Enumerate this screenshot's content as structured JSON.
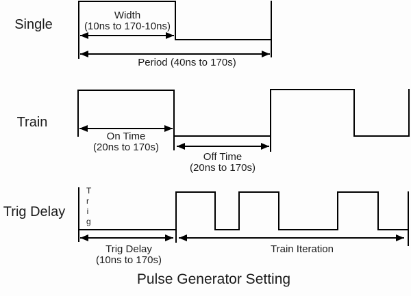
{
  "diagram": {
    "title": "Pulse Generator Setting",
    "colors": {
      "line": "#000000",
      "text": "#1b1b1b",
      "background": "#fdfdfd"
    },
    "rows": {
      "single": {
        "label": "Single",
        "width_label": "Width",
        "width_range": "(10ns to 170-10ns)",
        "period_label": "Period (40ns to 170s)"
      },
      "train": {
        "label": "Train",
        "on_time_label": "On Time",
        "on_time_range": "(20ns to 170s)",
        "off_time_label": "Off Time",
        "off_time_range": "(20ns to 170s)"
      },
      "trig_delay": {
        "label": "Trig Delay",
        "trig_marker_label": "Trig",
        "delay_label": "Trig Delay",
        "delay_range": "(10ns to 170s)",
        "train_iteration_label": "Train Iteration"
      }
    }
  }
}
